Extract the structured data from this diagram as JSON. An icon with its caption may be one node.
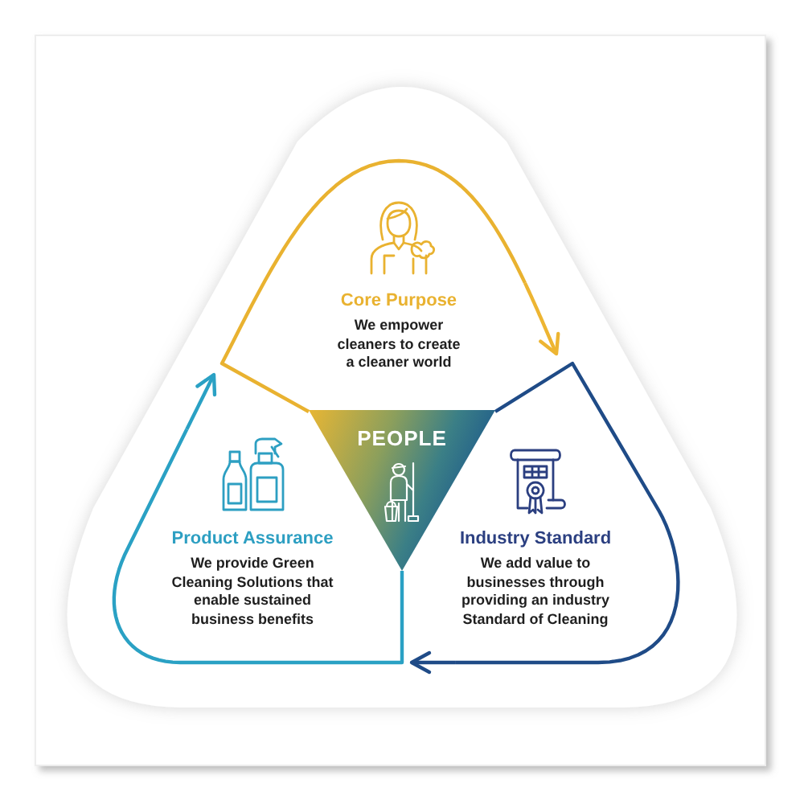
{
  "diagram": {
    "nodes": [
      {
        "text": [
          "Core Purpose",
          "We empower cleaners to create a cleaner world"
        ]
      },
      {
        "text": [
          "Industry Standard",
          "We add value to businesses through providing an industry Standard of Cleaning"
        ]
      },
      {
        "text": [
          "Product Assurance",
          "We provide Green Cleaning Solutions that enable sustained business benefits"
        ]
      },
      {
        "text": [
          "PEOPLE"
        ]
      }
    ],
    "edges": [
      {
        "from": 0,
        "to": 1,
        "arrow": "to",
        "color": "#edb532"
      },
      {
        "from": 1,
        "to": 2,
        "arrow": "to",
        "color": "#1f4b87"
      },
      {
        "from": 2,
        "to": 0,
        "arrow": "to",
        "color": "#2aa1c4"
      }
    ]
  }
}
